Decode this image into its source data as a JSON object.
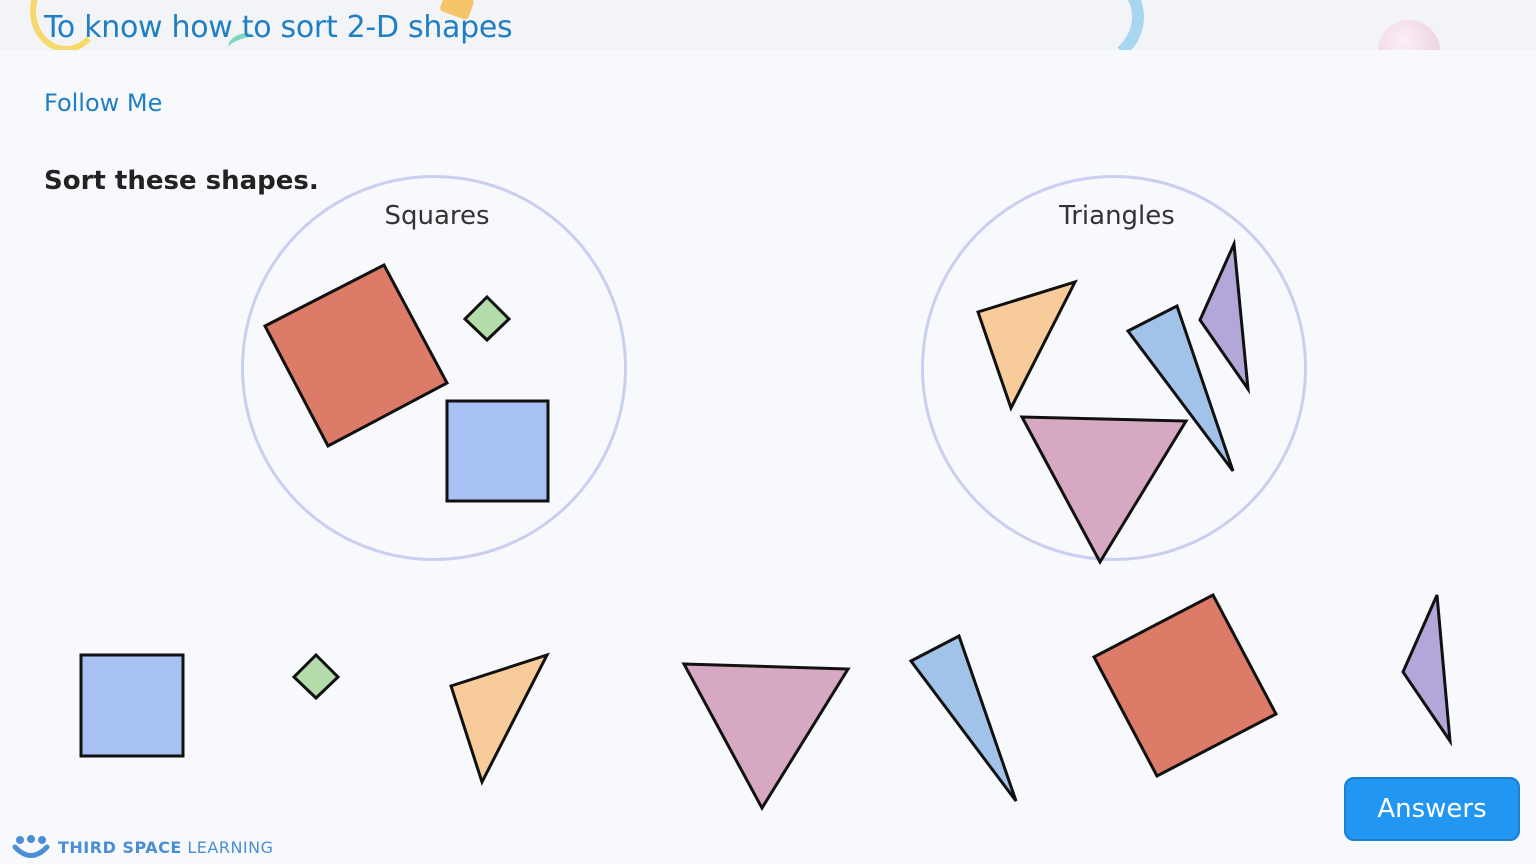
{
  "header": {
    "lesson_title": "To know how to sort 2-D shapes"
  },
  "follow_me": "Follow Me",
  "instruction": "Sort these shapes.",
  "groups": [
    {
      "label": "Squares"
    },
    {
      "label": "Triangles"
    }
  ],
  "shape_colors": {
    "red_square": "#dd7b69",
    "blue_square": "#a7c1f3",
    "green_diamond": "#b4dbaa",
    "orange_triangle": "#f8cb9b",
    "pink_triangle": "#d7a8c1",
    "blue_triangle": "#a1c3ea",
    "purple_triangle": "#b3a6d8"
  },
  "answers_button": "Answers",
  "brand": {
    "bold": "THIRD SPACE",
    "light": "LEARNING",
    "icon": "smile-logo-icon"
  }
}
